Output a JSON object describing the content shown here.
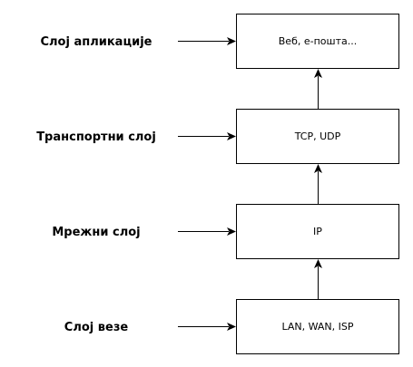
{
  "layers": [
    {
      "label": "Слој апликације",
      "content": "Веб, е-пошта..."
    },
    {
      "label": "Транспортни слој",
      "content": "TCP, UDP"
    },
    {
      "label": "Мрежни слој",
      "content": "IP"
    },
    {
      "label": "Слој везе",
      "content": "LAN, WAN, ISP"
    }
  ],
  "colors": {
    "stroke": "#000000",
    "box_fill": "#ffffff",
    "text": "#000000"
  }
}
